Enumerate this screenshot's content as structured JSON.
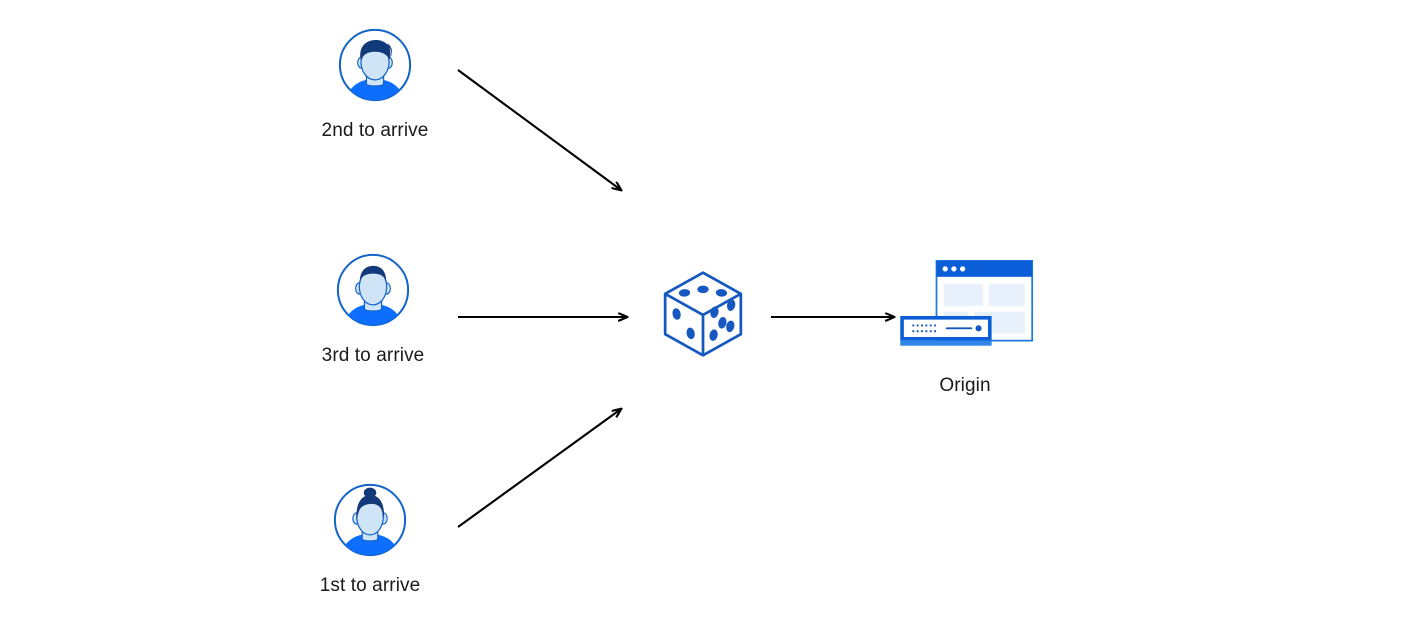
{
  "diagram": {
    "type": "flow-diagram",
    "background_color": "#ffffff",
    "arrow_color": "#000000",
    "accent_colors": {
      "primary_blue": "#0b5ed7",
      "bright_blue": "#0d6efd",
      "dark_navy": "#123a7a",
      "light_blue": "#cfe4f7",
      "pale_blue": "#e8f1fb",
      "outline_blue": "#1565c8"
    },
    "nodes": [
      {
        "id": "user-2nd",
        "icon": "user-avatar-icon",
        "label": "2nd to arrive",
        "variant": "short-hair-male"
      },
      {
        "id": "user-3rd",
        "icon": "user-avatar-icon",
        "label": "3rd to arrive",
        "variant": "buzz-cut-male"
      },
      {
        "id": "user-1st",
        "icon": "user-avatar-icon",
        "label": "1st to arrive",
        "variant": "bun-female"
      },
      {
        "id": "randomizer",
        "icon": "dice-icon",
        "label": "",
        "pips": {
          "top_face": 3,
          "left_face": 2,
          "right_face": 5
        }
      },
      {
        "id": "origin",
        "icon": "origin-server-icon",
        "label": "Origin"
      }
    ],
    "edges": [
      {
        "id": "edge-2nd-to-dice",
        "from": "user-2nd",
        "to": "randomizer",
        "style": "solid-arrow"
      },
      {
        "id": "edge-3rd-to-dice",
        "from": "user-3rd",
        "to": "randomizer",
        "style": "solid-arrow"
      },
      {
        "id": "edge-1st-to-dice",
        "from": "user-1st",
        "to": "randomizer",
        "style": "solid-arrow"
      },
      {
        "id": "edge-dice-to-origin",
        "from": "randomizer",
        "to": "origin",
        "style": "solid-arrow"
      }
    ]
  }
}
